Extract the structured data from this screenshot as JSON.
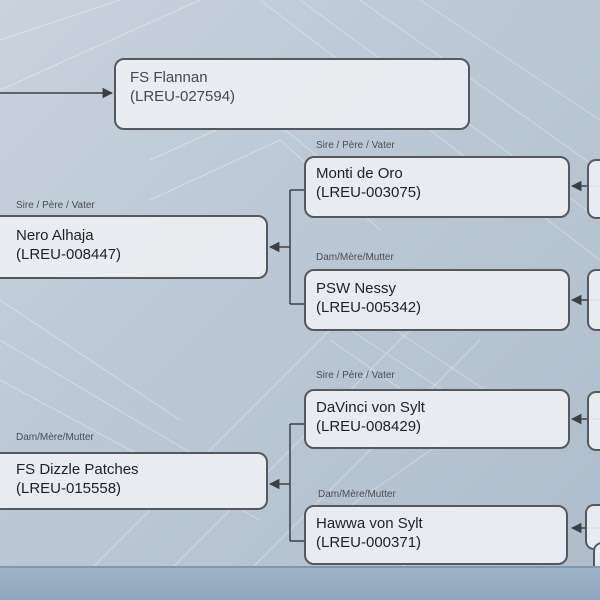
{
  "subject": {
    "name": "FS Flannan",
    "reg": "(LREU-027594)"
  },
  "sire": {
    "tag": "Sire / Père / Vater",
    "name": "Nero Alhaja",
    "reg": "(LREU-008447)",
    "sire": {
      "tag": "Sire / Père / Vater",
      "name": "Monti de Oro",
      "reg": "(LREU-003075)"
    },
    "dam": {
      "tag": "Dam/Mère/Mutter",
      "name": "PSW Nessy",
      "reg": "(LREU-005342)"
    }
  },
  "dam": {
    "tag": "Dam/Mère/Mutter",
    "name": "FS Dizzle Patches",
    "reg": "(LREU-015558)",
    "sire": {
      "tag": "Sire / Père / Vater",
      "name": "DaVinci von Sylt",
      "reg": "(LREU-008429)"
    },
    "dam": {
      "tag": "Dam/Mère/Mutter",
      "name": "Hawwa von Sylt",
      "reg": "(LREU-000371)"
    }
  }
}
